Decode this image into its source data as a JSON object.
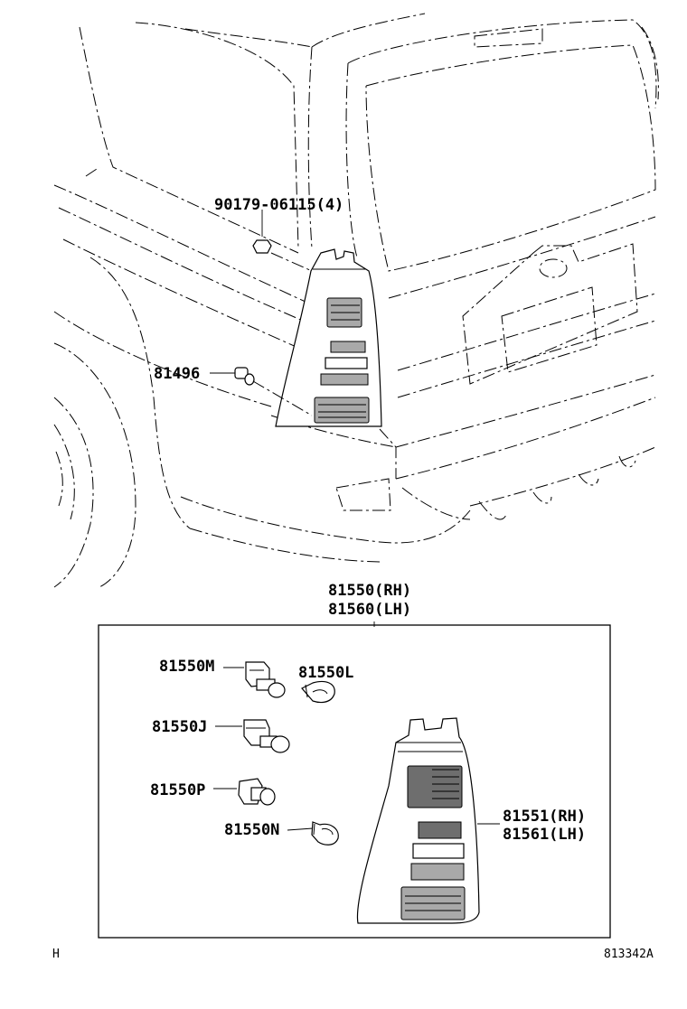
{
  "diagram": {
    "parts": {
      "screw_label": "90179-06115(4)",
      "bulb_socket_label": "81496",
      "lamp_assy_rh": "81550(RH)",
      "lamp_assy_lh": "81560(LH)",
      "socket_m": "81550M",
      "bulb_l": "81550L",
      "socket_j": "81550J",
      "socket_p": "81550P",
      "bulb_n": "81550N",
      "lens_rh": "81551(RH)",
      "lens_lh": "81561(LH)"
    },
    "footer": {
      "left_mark": "H",
      "figure_code": "813342A"
    }
  }
}
